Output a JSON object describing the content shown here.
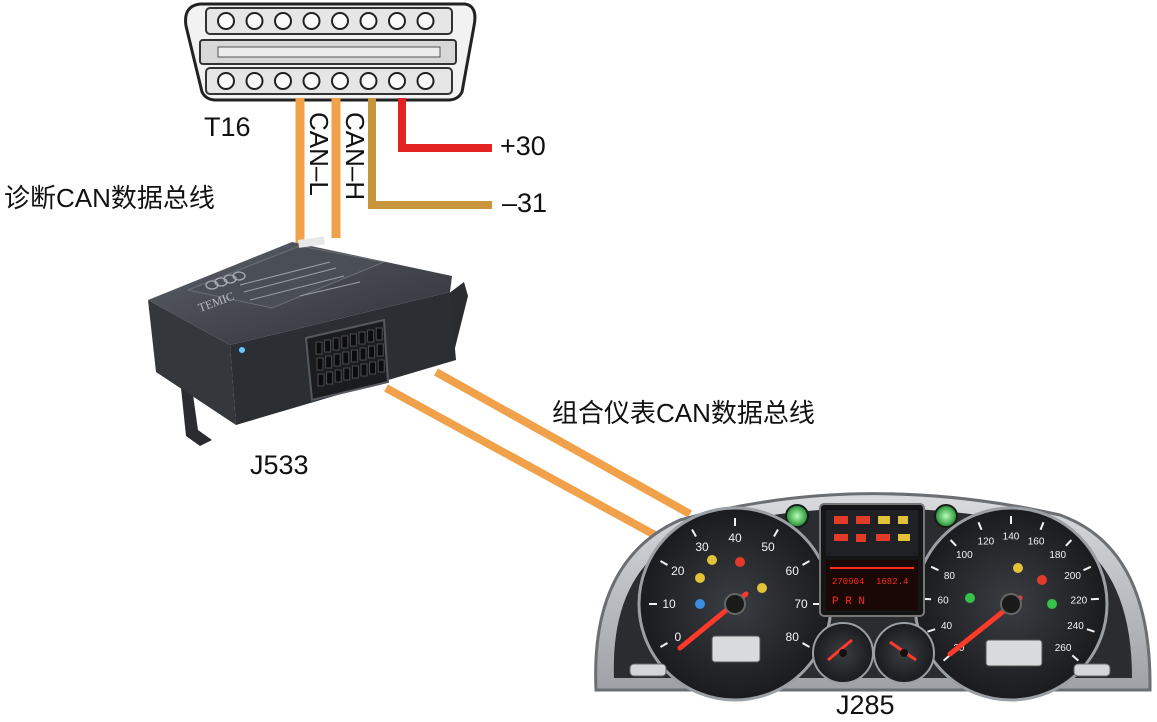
{
  "labels": {
    "connector": "T16",
    "can_l": "CAN–L",
    "can_h": "CAN–H",
    "plus30": "+30",
    "minus31": "–31",
    "diag_bus": "诊断CAN数据总线",
    "gateway": "J533",
    "cluster_bus": "组合仪表CAN数据总线",
    "cluster": "J285"
  },
  "gateway_brand": "TEMIC",
  "gauges": {
    "speedo_ticks": [
      "0",
      "10",
      "20",
      "30",
      "40",
      "50",
      "60",
      "70",
      "80"
    ],
    "tacho_ticks": [
      "20",
      "40",
      "60",
      "80",
      "100",
      "120",
      "140",
      "160",
      "180",
      "200",
      "220",
      "240",
      "260"
    ],
    "display_odometer": "270904",
    "display_trip": "1682.4",
    "gear_indicator": "P R N"
  },
  "colors": {
    "can_wire": "#f0a14a",
    "positive_wire": "#e32222",
    "ground_wire": "#c8953d",
    "module_body": "#3b3e44",
    "cluster_face": "#2a2c30",
    "display_red": "#ff2a1a"
  }
}
